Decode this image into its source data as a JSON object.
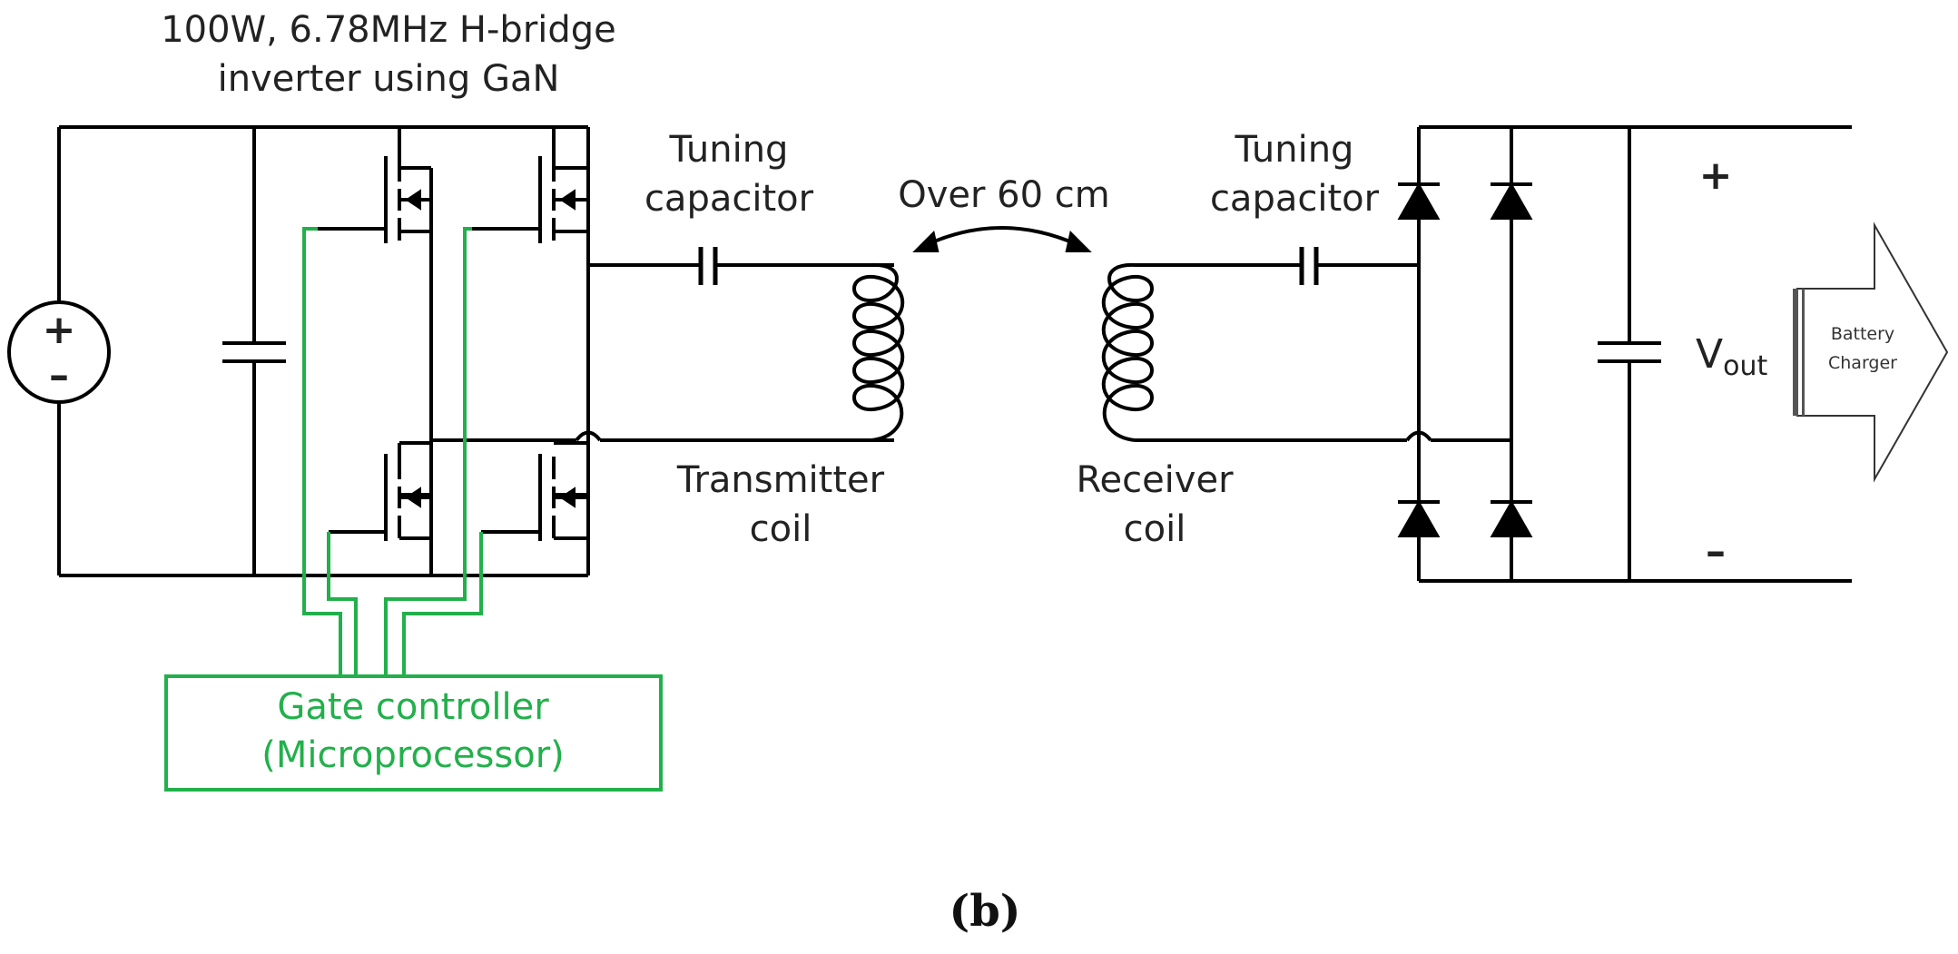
{
  "inverter_title": {
    "line1": "100W, 6.78MHz H-bridge",
    "line2": "inverter using GaN"
  },
  "tx_tuning_capacitor": {
    "line1": "Tuning",
    "line2": "capacitor"
  },
  "rx_tuning_capacitor": {
    "line1": "Tuning",
    "line2": "capacitor"
  },
  "distance_label": "Over 60 cm",
  "transmitter_coil": {
    "line1": "Transmitter",
    "line2": "coil"
  },
  "receiver_coil": {
    "line1": "Receiver",
    "line2": "coil"
  },
  "gate_controller": {
    "line1": "Gate controller",
    "line2": "(Microprocessor)"
  },
  "output": {
    "plus": "+",
    "minus": "–",
    "vout_main": "V",
    "vout_sub": "out"
  },
  "battery_charger": {
    "line1": "Battery",
    "line2": "Charger"
  },
  "source_symbol": {
    "plus": "+",
    "minus": "–"
  },
  "caption": "(b)",
  "colors": {
    "wire": "#000000",
    "gate_wire": "#22b04b",
    "text": "#222222"
  }
}
